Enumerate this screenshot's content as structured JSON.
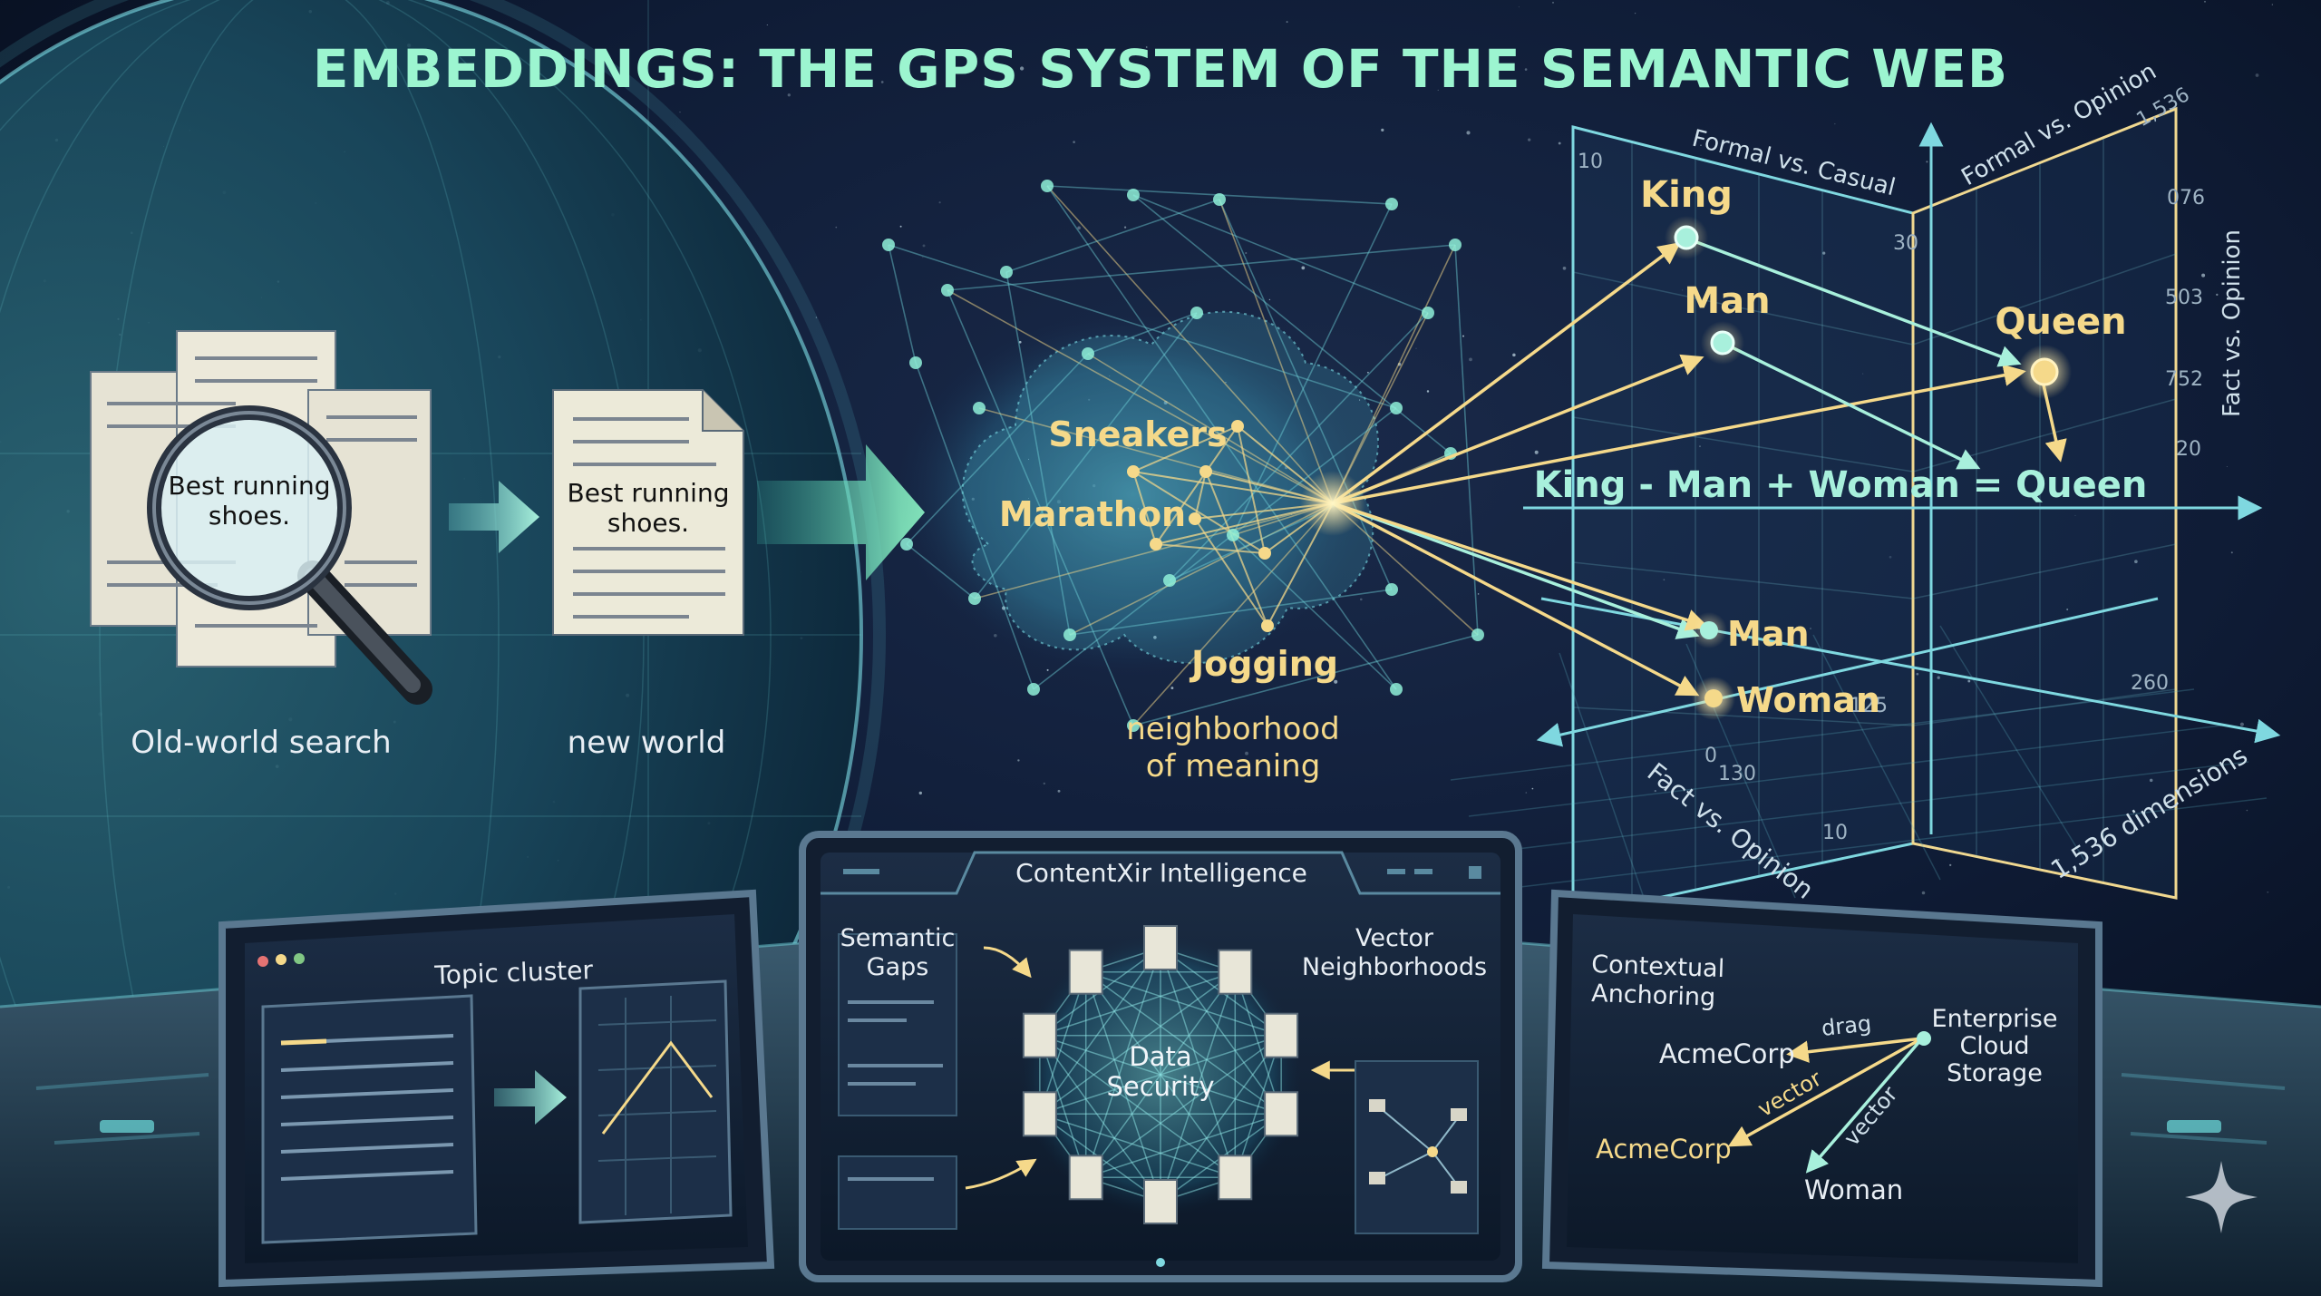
{
  "title": "EMBEDDINGS: THE GPS SYSTEM OF THE SEMANTIC WEB",
  "search": {
    "query": [
      "Best running",
      "shoes."
    ],
    "old_label": "Old-world search",
    "new_label": "new world"
  },
  "cloud": {
    "sneakers": "Sneakers",
    "marathon": "Marathon",
    "jogging": "Jogging",
    "neighborhood": [
      "neighborhood",
      "of meaning"
    ]
  },
  "vector_space": {
    "king": "King",
    "man_top": "Man",
    "queen": "Queen",
    "equation": "King - Man + Woman = Queen",
    "man_bottom": "Man",
    "woman": "Woman",
    "axis_formal_casual": "Formal vs. Casual",
    "axis_formal_opinion": "Formal vs. Opinion",
    "axis_fact_opinion_right": "Fact vs. Opinion",
    "axis_fact_opinion_bottom": "Fact vs. Opinion",
    "dimensions": "1,536 dimensions",
    "ticks_left": [
      "10",
      "30"
    ],
    "ticks_right": [
      "1,536",
      "076",
      "503",
      "752",
      "20",
      "260"
    ],
    "ticks_floor": [
      "0",
      "130",
      "125",
      "10"
    ]
  },
  "monitors": {
    "left": {
      "title": "Topic cluster"
    },
    "center": {
      "title": "ContentXir Intelligence",
      "semantic_gaps": [
        "Semantic",
        "Gaps"
      ],
      "vector_neighborhoods": [
        "Vector",
        "Neighborhoods"
      ],
      "data_security": [
        "Data",
        "Security"
      ]
    },
    "right": {
      "contextual": [
        "Contextual",
        "Anchoring"
      ],
      "enterprise": [
        "Enterprise",
        "Cloud",
        "Storage"
      ],
      "acme1": "AcmeCorp",
      "acme2": "AcmeCorp",
      "drag": "drag",
      "vector1": "vector",
      "vector2": "vector",
      "woman": "Woman"
    }
  },
  "colors": {
    "title": "#9cf5d0",
    "gold": "#f5d98a",
    "mint": "#a8f0dc",
    "bg": "#0a1526"
  },
  "icons": [
    "magnifier-icon",
    "document-icon",
    "arrow-right-icon",
    "sparkle-icon"
  ]
}
